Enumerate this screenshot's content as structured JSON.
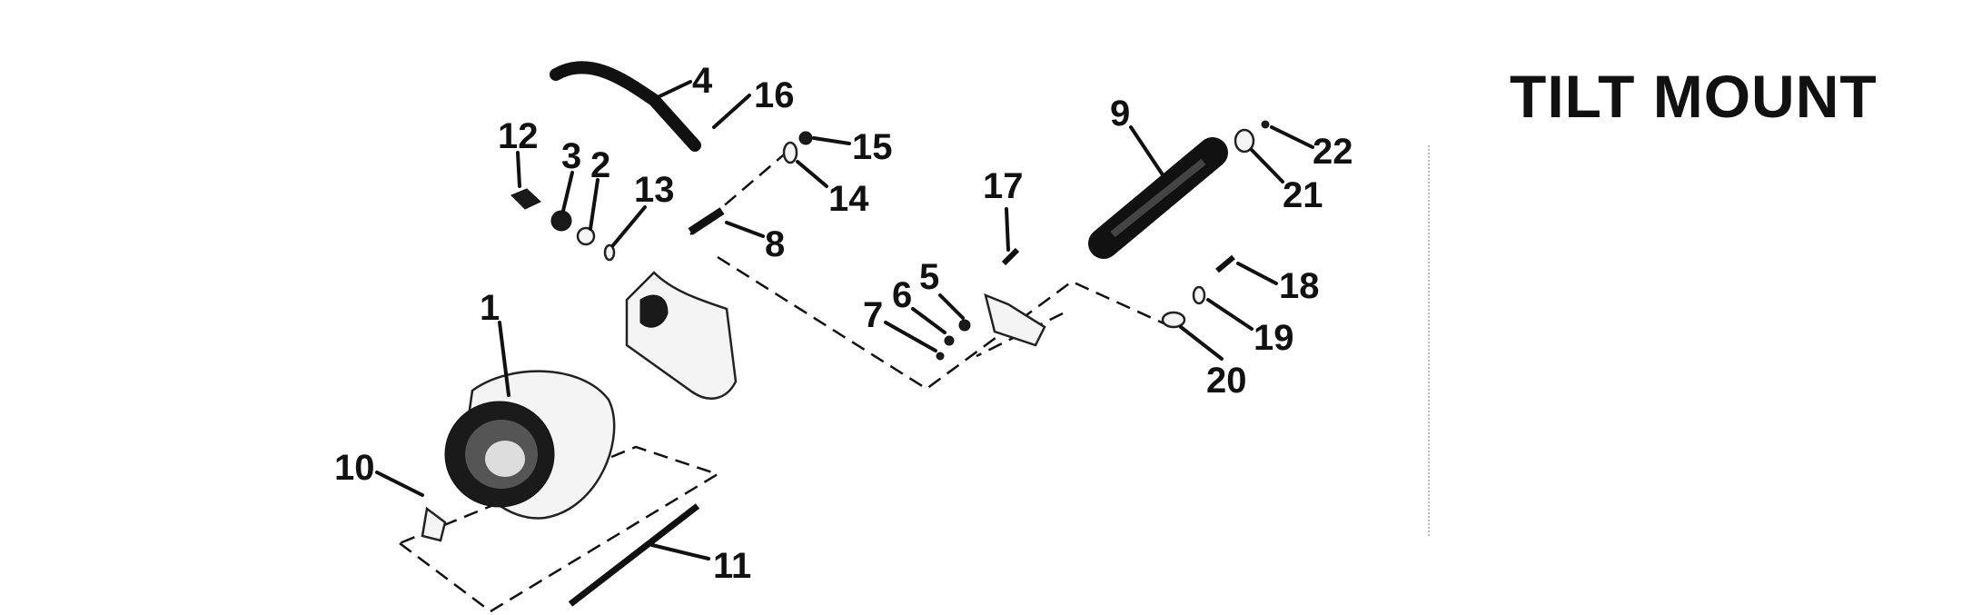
{
  "title": "TILT MOUNT",
  "callouts": [
    "1",
    "2",
    "3",
    "4",
    "5",
    "6",
    "7",
    "8",
    "9",
    "10",
    "11",
    "12",
    "13",
    "14",
    "15",
    "16",
    "17",
    "18",
    "19",
    "20",
    "21",
    "22"
  ]
}
